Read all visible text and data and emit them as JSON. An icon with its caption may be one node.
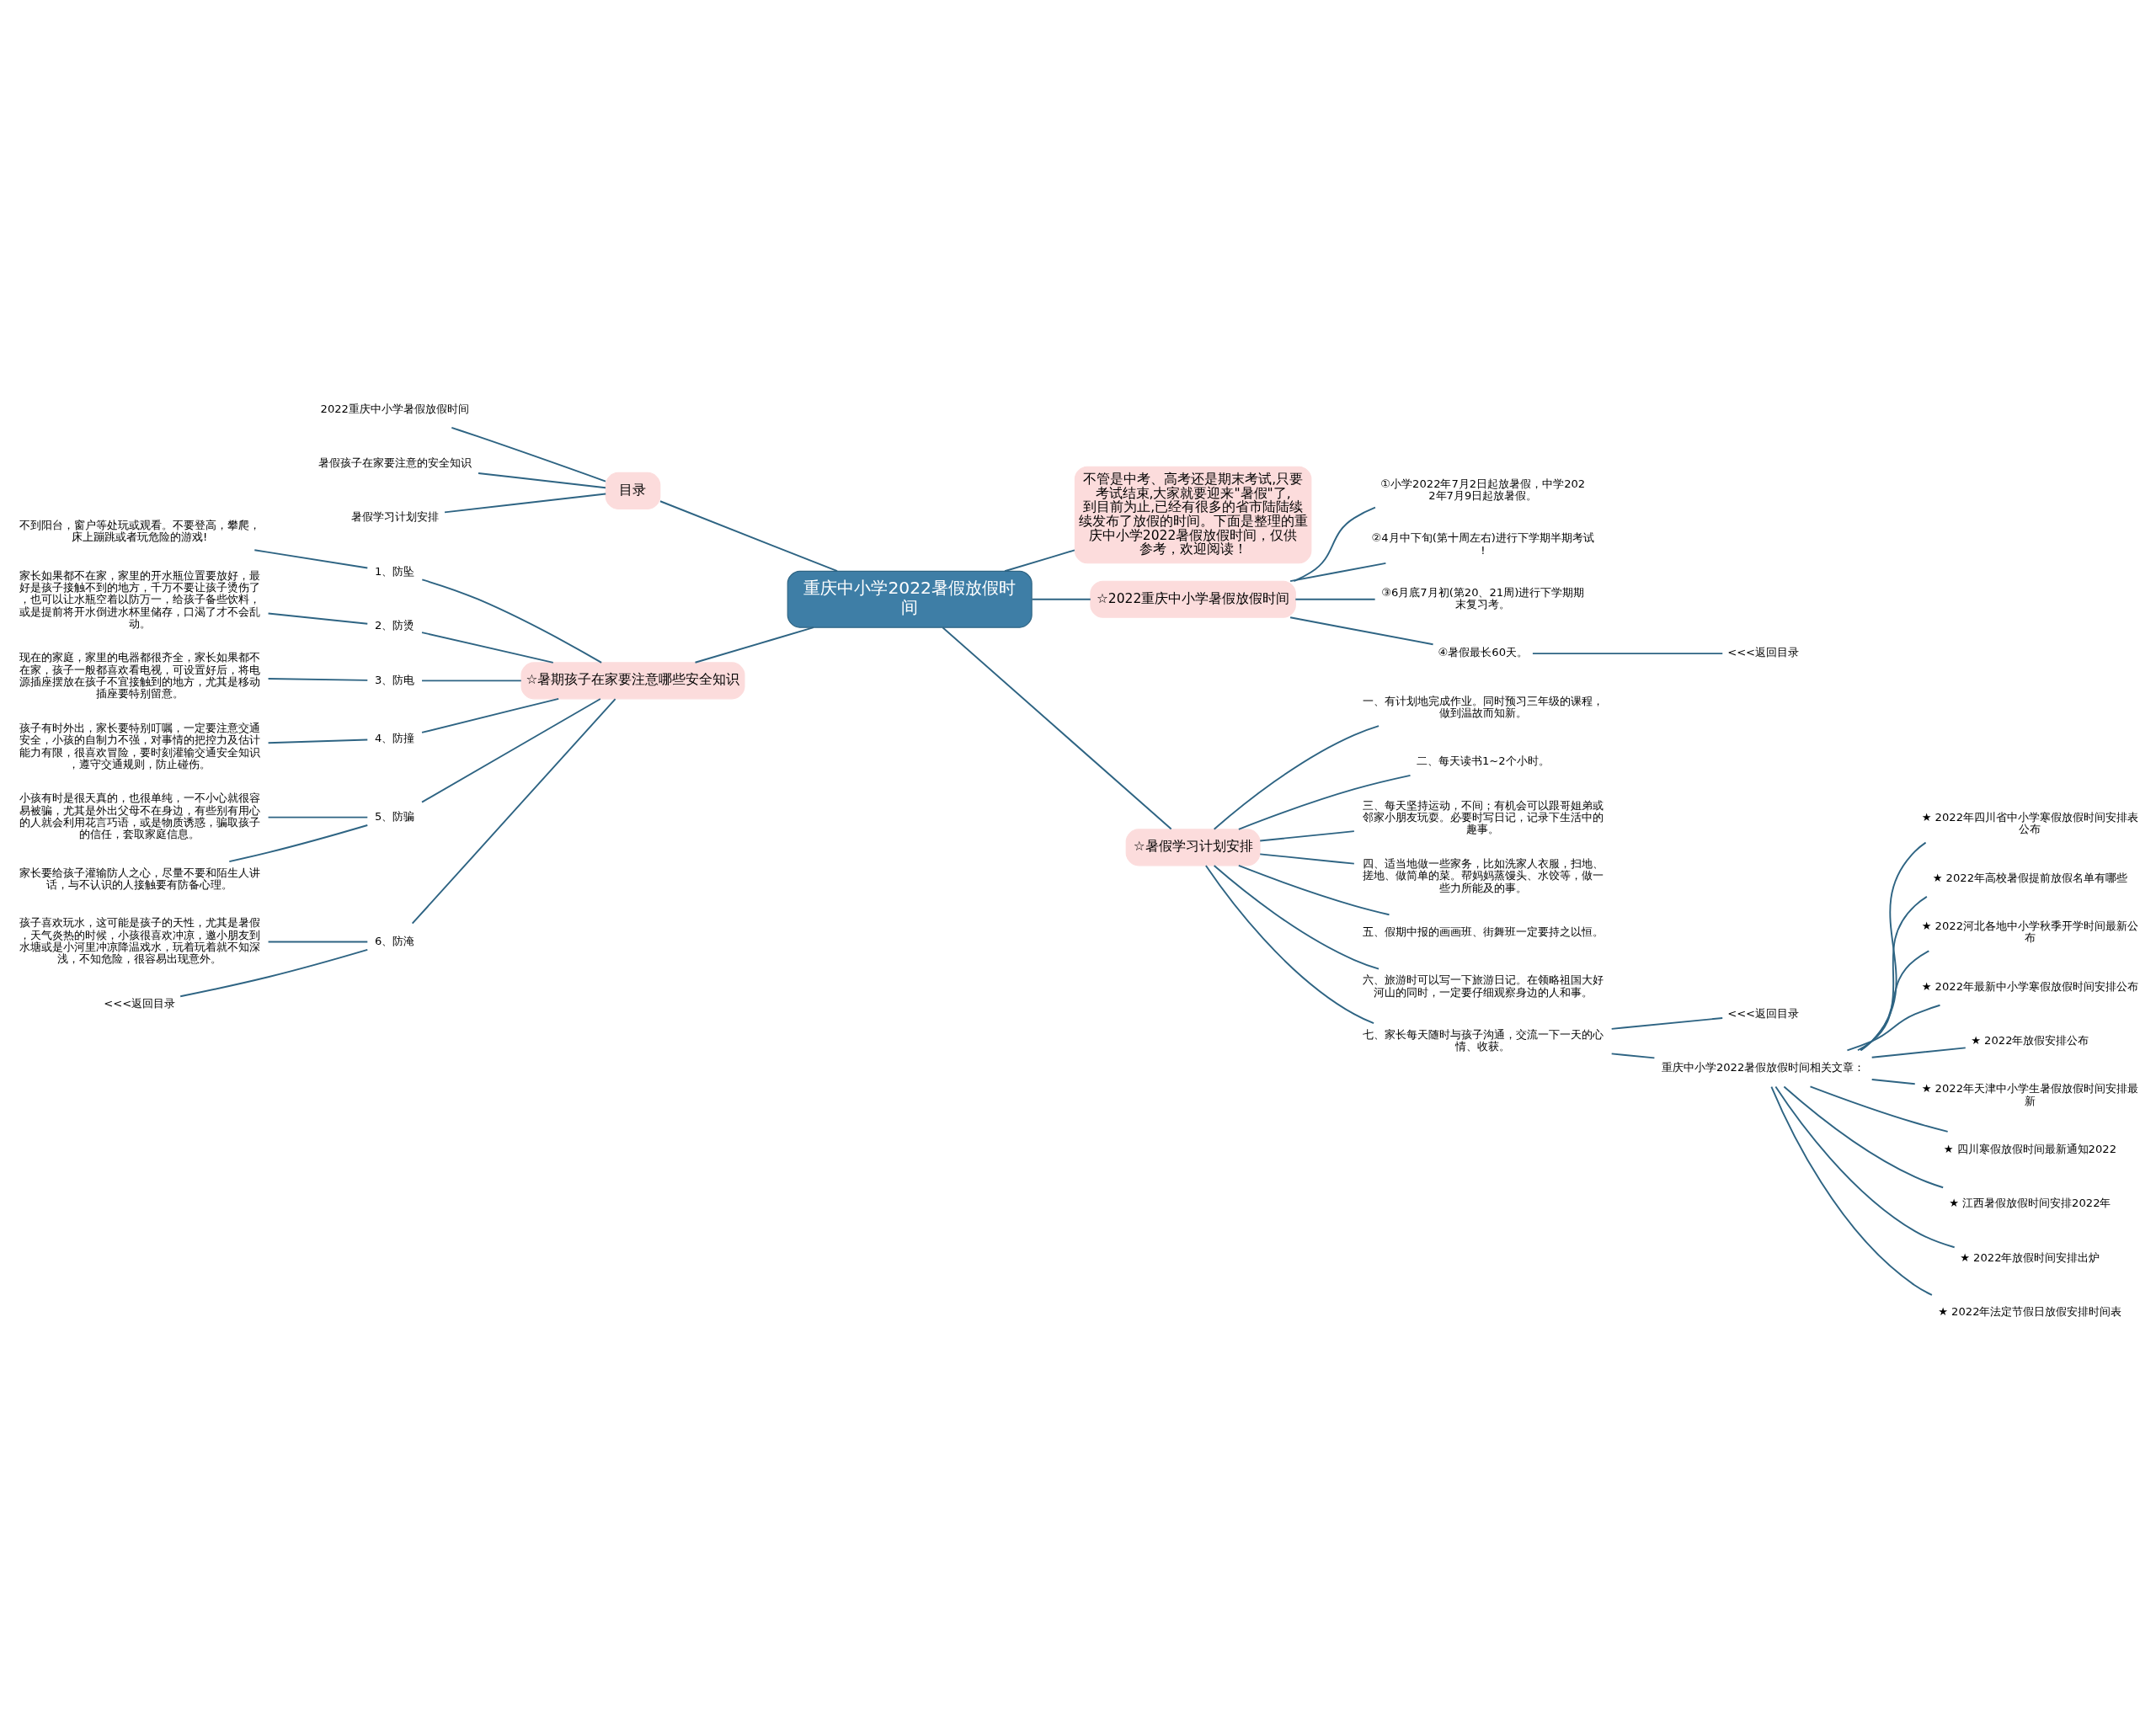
{
  "diagram": {
    "nodes": [
      {
        "text": [
          "重庆中小学2022暑假放假时间"
        ]
      },
      {
        "text": [
          "目录"
        ]
      },
      {
        "text": [
          "2022重庆中小学暑假放假时间"
        ]
      },
      {
        "text": [
          "暑假孩子在家要注意的安全知识"
        ]
      },
      {
        "text": [
          "暑假学习计划安排"
        ]
      },
      {
        "text": [
          "☆暑期孩子在家要注意哪些安全知识"
        ]
      },
      {
        "text": [
          "1、防坠"
        ]
      },
      {
        "text": [
          "不到阳台，窗户等处玩或观看。不要登高，攀爬，床上蹦跳或者玩危险的游戏!"
        ]
      },
      {
        "text": [
          "2、防烫"
        ]
      },
      {
        "text": [
          "家长如果都不在家，家里的开水瓶位置要放好，最好是孩子接触不到的地方，千万不要让孩子烫伤了，也可以让水瓶空着以防万一，给孩子备些饮料，或是提前将开水倒进水杯里储存，口渴了才不会乱动。"
        ]
      },
      {
        "text": [
          "3、防电"
        ]
      },
      {
        "text": [
          "现在的家庭，家里的电器都很齐全，家长如果都不在家，孩子一般都喜欢看电视，可设置好后，将电源插座摆放在孩子不宜接触到的地方，尤其是移动插座要特别留意。"
        ]
      },
      {
        "text": [
          "4、防撞"
        ]
      },
      {
        "text": [
          "孩子有时外出，家长要特别叮嘱，一定要注意交通安全，小孩的自制力不强，对事情的把控力及估计能力有限，很喜欢冒险，要时刻灌输交通安全知识，遵守交通规则，防止碰伤。"
        ]
      },
      {
        "text": [
          "5、防骗"
        ]
      },
      {
        "text": [
          "小孩有时是很天真的，也很单纯，一不小心就很容易被骗，尤其是外出父母不在身边，有些别有用心的人就会利用花言巧语，或是物质诱惑，骗取孩子的信任，套取家庭信息。"
        ]
      },
      {
        "text": [
          "家长要给孩子灌输防人之心，尽量不要和陌生人讲话，与不认识的人接触要有防备心理。"
        ]
      },
      {
        "text": [
          "6、防淹"
        ]
      },
      {
        "text": [
          "孩子喜欢玩水，这可能是孩子的天性，尤其是暑假，天气炎热的时候，小孩很喜欢冲凉，邀小朋友到水塘或是小河里冲凉降温戏水，玩着玩着就不知深浅，不知危险，很容易出现意外。"
        ]
      },
      {
        "text": [
          "<<<返回目录"
        ]
      },
      {
        "text": [
          "不管是中考、高考还是期末考试,只要考试结束,大家就要迎来\"暑假\"了,到目前为止,已经有很多的省市陆陆续续发布了放假的时间。下面是整理的重庆中小学2022暑假放假时间，仅供参考，欢迎阅读！"
        ]
      },
      {
        "text": [
          "☆2022重庆中小学暑假放假时间"
        ]
      },
      {
        "text": [
          "①小学2022年7月2日起放暑假，中学2022年7月9日起放暑假。"
        ]
      },
      {
        "text": [
          "②4月中下旬(第十周左右)进行下学期半期考试!"
        ]
      },
      {
        "text": [
          "③6月底7月初(第20、21周)进行下学期期末复习考。"
        ]
      },
      {
        "text": [
          "④暑假最长60天。"
        ]
      },
      {
        "text": [
          "<<<返回目录"
        ]
      },
      {
        "text": [
          "☆暑假学习计划安排"
        ]
      },
      {
        "text": [
          "一、有计划地完成作业。同时预习三年级的课程，做到温故而知新。"
        ]
      },
      {
        "text": [
          "二、每天读书1~2个小时。"
        ]
      },
      {
        "text": [
          "三、每天坚持运动，不间；有机会可以跟哥姐弟或邻家小朋友玩耍。必要时写日记，记录下生活中的趣事。"
        ]
      },
      {
        "text": [
          "四、适当地做一些家务，比如洗家人衣服，扫地、搓地、做简单的菜。帮妈妈蒸馒头、水饺等，做一些力所能及的事。"
        ]
      },
      {
        "text": [
          "五、假期中报的画画班、街舞班一定要持之以恒。"
        ]
      },
      {
        "text": [
          "六、旅游时可以写一下旅游日记。在领略祖国大好河山的同时，一定要仔细观察身边的人和事。"
        ]
      },
      {
        "text": [
          "七、家长每天随时与孩子沟通，交流一下一天的心情、收获。"
        ]
      },
      {
        "text": [
          "<<<返回目录"
        ]
      },
      {
        "text": [
          "重庆中小学2022暑假放假时间相关文章："
        ]
      },
      {
        "text": [
          "★ 2022年四川省中小学寒假放假时间安排表公布"
        ]
      },
      {
        "text": [
          "★ 2022年高校暑假提前放假名单有哪些"
        ]
      },
      {
        "text": [
          "★ 2022河北各地中小学秋季开学时间最新公布"
        ]
      },
      {
        "text": [
          "★ 2022年最新中小学寒假放假时间安排公布"
        ]
      },
      {
        "text": [
          "★ 2022年放假安排公布"
        ]
      },
      {
        "text": [
          "★ 2022年天津中小学生暑假放假时间安排最新"
        ]
      },
      {
        "text": [
          "★ 四川寒假放假时间最新通知2022"
        ]
      },
      {
        "text": [
          "★ 江西暑假放假时间安排2022年"
        ]
      },
      {
        "text": [
          "★ 2022年放假时间安排出炉"
        ]
      },
      {
        "text": [
          "★ 2022年法定节假日放假安排时间表"
        ]
      }
    ],
    "edges": [
      {
        "from": 0,
        "to": 1,
        "arrow": "none"
      },
      {
        "from": 1,
        "to": 2,
        "arrow": "none"
      },
      {
        "from": 1,
        "to": 3,
        "arrow": "none"
      },
      {
        "from": 1,
        "to": 4,
        "arrow": "none"
      },
      {
        "from": 0,
        "to": 5,
        "arrow": "none"
      },
      {
        "from": 5,
        "to": 6,
        "arrow": "none"
      },
      {
        "from": 6,
        "to": 7,
        "arrow": "none"
      },
      {
        "from": 5,
        "to": 8,
        "arrow": "none"
      },
      {
        "from": 8,
        "to": 9,
        "arrow": "none"
      },
      {
        "from": 5,
        "to": 10,
        "arrow": "none"
      },
      {
        "from": 10,
        "to": 11,
        "arrow": "none"
      },
      {
        "from": 5,
        "to": 12,
        "arrow": "none"
      },
      {
        "from": 12,
        "to": 13,
        "arrow": "none"
      },
      {
        "from": 5,
        "to": 14,
        "arrow": "none"
      },
      {
        "from": 14,
        "to": 15,
        "arrow": "none"
      },
      {
        "from": 14,
        "to": 16,
        "arrow": "none"
      },
      {
        "from": 5,
        "to": 17,
        "arrow": "none"
      },
      {
        "from": 17,
        "to": 18,
        "arrow": "none"
      },
      {
        "from": 17,
        "to": 19,
        "arrow": "none"
      },
      {
        "from": 0,
        "to": 20,
        "arrow": "none"
      },
      {
        "from": 0,
        "to": 21,
        "arrow": "none"
      },
      {
        "from": 21,
        "to": 22,
        "arrow": "none"
      },
      {
        "from": 21,
        "to": 23,
        "arrow": "none"
      },
      {
        "from": 21,
        "to": 24,
        "arrow": "none"
      },
      {
        "from": 21,
        "to": 25,
        "arrow": "none"
      },
      {
        "from": 25,
        "to": 26,
        "arrow": "none"
      },
      {
        "from": 0,
        "to": 27,
        "arrow": "none"
      },
      {
        "from": 27,
        "to": 28,
        "arrow": "none"
      },
      {
        "from": 27,
        "to": 29,
        "arrow": "none"
      },
      {
        "from": 27,
        "to": 30,
        "arrow": "none"
      },
      {
        "from": 27,
        "to": 31,
        "arrow": "none"
      },
      {
        "from": 27,
        "to": 32,
        "arrow": "none"
      },
      {
        "from": 27,
        "to": 33,
        "arrow": "none"
      },
      {
        "from": 27,
        "to": 34,
        "arrow": "none"
      },
      {
        "from": 34,
        "to": 35,
        "arrow": "none"
      },
      {
        "from": 34,
        "to": 36,
        "arrow": "none"
      },
      {
        "from": 36,
        "to": 37,
        "arrow": "none"
      },
      {
        "from": 36,
        "to": 38,
        "arrow": "none"
      },
      {
        "from": 36,
        "to": 39,
        "arrow": "none"
      },
      {
        "from": 36,
        "to": 40,
        "arrow": "none"
      },
      {
        "from": 36,
        "to": 41,
        "arrow": "none"
      },
      {
        "from": 36,
        "to": 42,
        "arrow": "none"
      },
      {
        "from": 36,
        "to": 43,
        "arrow": "none"
      },
      {
        "from": 36,
        "to": 44,
        "arrow": "none"
      },
      {
        "from": 36,
        "to": 45,
        "arrow": "none"
      },
      {
        "from": 36,
        "to": 46,
        "arrow": "none"
      }
    ]
  }
}
